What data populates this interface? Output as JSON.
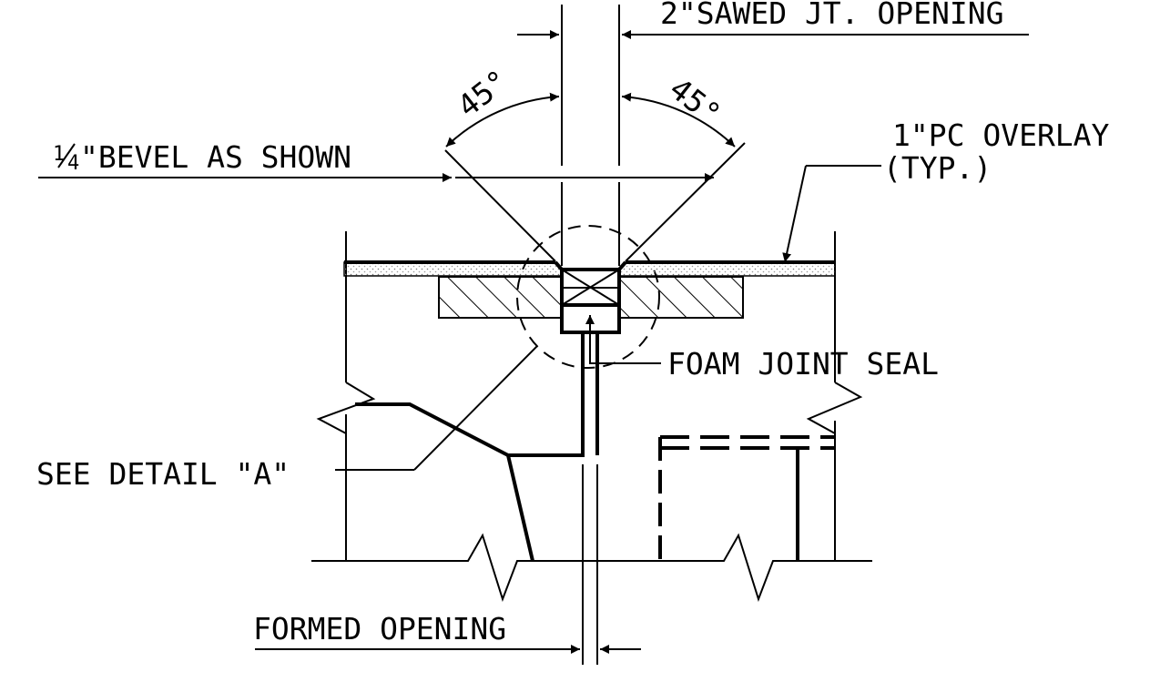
{
  "labels": {
    "sawed_joint": "2\"SAWED JT. OPENING",
    "angle": "45°",
    "bevel_num": "1",
    "bevel_den": "4",
    "bevel_text": "\"BEVEL AS SHOWN",
    "overlay_1": "1\"PC OVERLAY",
    "overlay_2": "(TYP.)",
    "foam_seal": "FOAM JOINT SEAL",
    "detail_ref": "SEE DETAIL \"A\"",
    "formed_opening": "FORMED OPENING"
  }
}
